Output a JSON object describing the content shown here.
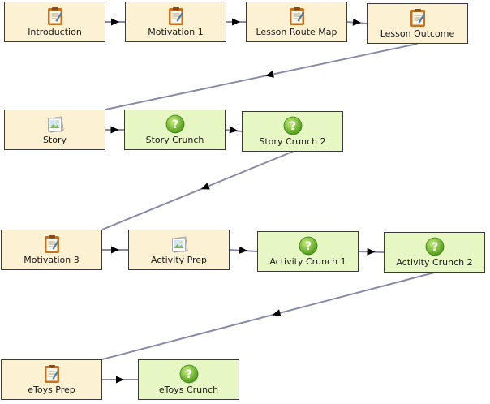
{
  "nodes": [
    {
      "id": "introduction",
      "label": "Introduction",
      "kind": "activity",
      "icon": "notepad-icon"
    },
    {
      "id": "motivation-1",
      "label": "Motivation 1",
      "kind": "activity",
      "icon": "notepad-icon"
    },
    {
      "id": "lesson-route-map",
      "label": "Lesson Route Map",
      "kind": "activity",
      "icon": "notepad-icon"
    },
    {
      "id": "lesson-outcome",
      "label": "Lesson Outcome",
      "kind": "activity",
      "icon": "notepad-icon"
    },
    {
      "id": "story",
      "label": "Story",
      "kind": "activity",
      "icon": "image-icon"
    },
    {
      "id": "story-crunch",
      "label": "Story Crunch",
      "kind": "question",
      "icon": "question-icon"
    },
    {
      "id": "story-crunch-2",
      "label": "Story Crunch 2",
      "kind": "question",
      "icon": "question-icon"
    },
    {
      "id": "motivation-3",
      "label": "Motivation 3",
      "kind": "activity",
      "icon": "notepad-icon"
    },
    {
      "id": "activity-prep",
      "label": "Activity Prep",
      "kind": "activity",
      "icon": "image-icon"
    },
    {
      "id": "activity-crunch-1",
      "label": "Activity Crunch 1",
      "kind": "question",
      "icon": "question-icon"
    },
    {
      "id": "activity-crunch-2",
      "label": "Activity Crunch 2",
      "kind": "question",
      "icon": "question-icon"
    },
    {
      "id": "etoys-prep",
      "label": "eToys Prep",
      "kind": "activity",
      "icon": "notepad-icon"
    },
    {
      "id": "etoys-crunch",
      "label": "eToys Crunch",
      "kind": "question",
      "icon": "question-icon"
    }
  ],
  "edges": [
    [
      "introduction",
      "motivation-1"
    ],
    [
      "motivation-1",
      "lesson-route-map"
    ],
    [
      "lesson-route-map",
      "lesson-outcome"
    ],
    [
      "lesson-outcome",
      "story"
    ],
    [
      "story",
      "story-crunch"
    ],
    [
      "story-crunch",
      "story-crunch-2"
    ],
    [
      "story-crunch-2",
      "motivation-3"
    ],
    [
      "motivation-3",
      "activity-prep"
    ],
    [
      "activity-prep",
      "activity-crunch-1"
    ],
    [
      "activity-crunch-1",
      "activity-crunch-2"
    ],
    [
      "activity-crunch-2",
      "etoys-prep"
    ],
    [
      "etoys-prep",
      "etoys-crunch"
    ]
  ],
  "colors": {
    "activity_fill": "#fdf1d3",
    "question_fill": "#e7f7c4",
    "connector": "#8a8aa8",
    "arrowhead": "#000000"
  }
}
